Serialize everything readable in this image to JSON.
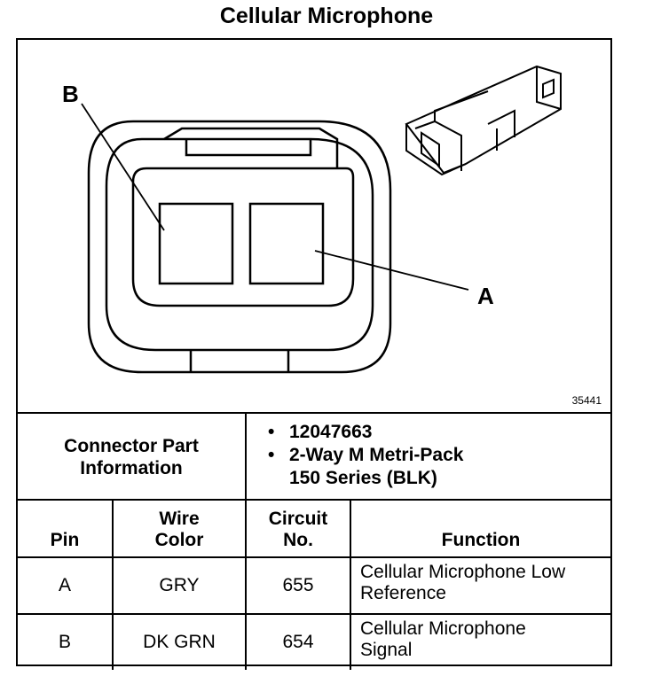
{
  "title": "Cellular Microphone",
  "diagram": {
    "label_b": "B",
    "label_a": "A",
    "figure_code": "35441"
  },
  "connector_info": {
    "label_line1": "Connector Part",
    "label_line2": "Information",
    "part_number": "12047663",
    "description_line1": "2-Way M Metri-Pack",
    "description_line2": "150 Series (BLK)"
  },
  "table": {
    "headers": {
      "pin": "Pin",
      "wire_color_line1": "Wire",
      "wire_color_line2": "Color",
      "circuit_line1": "Circuit",
      "circuit_line2": "No.",
      "function": "Function"
    },
    "rows": [
      {
        "pin": "A",
        "wire_color": "GRY",
        "circuit": "655",
        "function_line1": "Cellular Microphone Low",
        "function_line2": "Reference"
      },
      {
        "pin": "B",
        "wire_color": "DK GRN",
        "circuit": "654",
        "function_line1": "Cellular Microphone",
        "function_line2": "Signal"
      }
    ]
  }
}
